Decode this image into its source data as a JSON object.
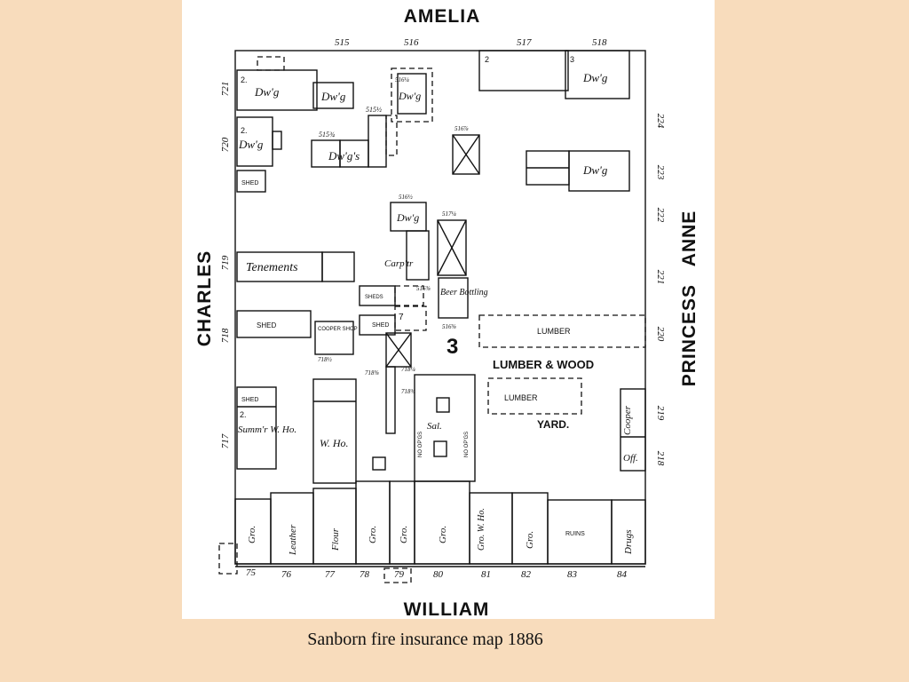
{
  "caption": "Sanborn fire insurance map 1886",
  "streets": {
    "north": "AMELIA",
    "south": "WILLIAM",
    "west": "CHARLES",
    "east": "PRINCESS   ANNE"
  },
  "block_number": "3",
  "north_lot_numbers": [
    "515",
    "516",
    "517",
    "518"
  ],
  "south_lot_numbers": [
    "75",
    "76",
    "77",
    "78",
    "79",
    "80",
    "81",
    "82",
    "83",
    "84"
  ],
  "west_lot_numbers": [
    "721",
    "720",
    "719",
    "718",
    "717"
  ],
  "east_lot_numbers": [
    "224",
    "223",
    "222",
    "221",
    "220",
    "219",
    "218"
  ],
  "buildings": {
    "dwg": "Dw'g",
    "dwgs": "Dw'g's",
    "tenements": "Tenements",
    "shed": "SHED",
    "sheds": "SHEDS",
    "cooper_shop": "COOPER SHOP",
    "carpenter": "Carp'tr",
    "beer_bottling": "Beer Bottling",
    "lumber": "LUMBER",
    "lumber_wood": "LUMBER & WOOD",
    "yard": "YARD.",
    "sum_wh": "Summ'r W. Ho.",
    "w_ho": "W. Ho.",
    "sal": "Sal.",
    "gro": "Gro.",
    "leather": "Leather",
    "flour": "Flour",
    "gro_wh": "Gro. W. Ho.",
    "ruins": "RUINS",
    "drugs": "Drugs",
    "cooper": "Cooper",
    "off": "Off.",
    "no_openings": "NO OP'GS"
  },
  "interior_numbers": {
    "n516h": "516½",
    "n515h": "515½",
    "n515q": "515¾",
    "n516q": "516¼",
    "n516x": "516⅜",
    "n516y": "516⅞",
    "n517q": "517¼",
    "n516z": "516⅝",
    "n718h": "718½",
    "n718q": "718¼",
    "n718x": "718⅜",
    "n718y": "718¾"
  }
}
